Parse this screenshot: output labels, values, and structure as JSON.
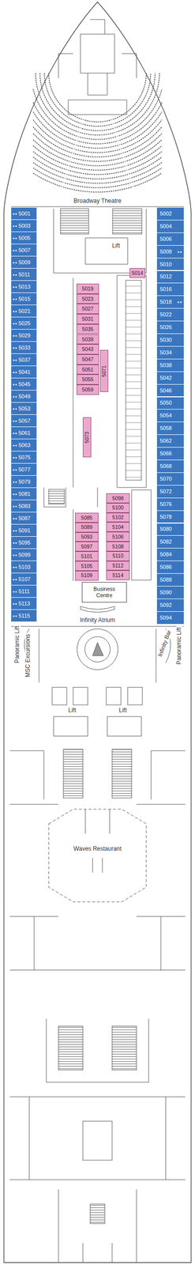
{
  "diagram": {
    "nodes": [
      {
        "text": [
          "5001"
        ]
      },
      {
        "text": [
          "5003"
        ]
      },
      {
        "text": [
          "5005"
        ]
      },
      {
        "text": [
          "5007"
        ]
      },
      {
        "text": [
          "5009"
        ]
      },
      {
        "text": [
          "5011"
        ]
      },
      {
        "text": [
          "5013"
        ]
      },
      {
        "text": [
          "5015"
        ]
      },
      {
        "text": [
          "5021"
        ]
      },
      {
        "text": [
          "5025"
        ]
      },
      {
        "text": [
          "5029"
        ]
      },
      {
        "text": [
          "5033"
        ]
      },
      {
        "text": [
          "5037"
        ]
      },
      {
        "text": [
          "5041"
        ]
      },
      {
        "text": [
          "5045"
        ]
      },
      {
        "text": [
          "5049"
        ]
      },
      {
        "text": [
          "5053"
        ]
      },
      {
        "text": [
          "5057"
        ]
      },
      {
        "text": [
          "5061"
        ]
      },
      {
        "text": [
          "5063"
        ]
      },
      {
        "text": [
          "5075"
        ]
      },
      {
        "text": [
          "5077"
        ]
      },
      {
        "text": [
          "5079"
        ]
      },
      {
        "text": [
          "5081"
        ]
      },
      {
        "text": [
          "5083"
        ]
      },
      {
        "text": [
          "5087"
        ]
      },
      {
        "text": [
          "5091"
        ]
      },
      {
        "text": [
          "5095"
        ]
      },
      {
        "text": [
          "5099"
        ]
      },
      {
        "text": [
          "5103"
        ]
      },
      {
        "text": [
          "5107"
        ]
      },
      {
        "text": [
          "5111"
        ]
      },
      {
        "text": [
          "5113"
        ]
      },
      {
        "text": [
          "5115"
        ]
      },
      {
        "text": [
          "5002"
        ]
      },
      {
        "text": [
          "5004"
        ]
      },
      {
        "text": [
          "5006"
        ]
      },
      {
        "text": [
          "5008"
        ]
      },
      {
        "text": [
          "5010"
        ]
      },
      {
        "text": [
          "5012"
        ]
      },
      {
        "text": [
          "5016"
        ]
      },
      {
        "text": [
          "5018"
        ]
      },
      {
        "text": [
          "5022"
        ]
      },
      {
        "text": [
          "5026"
        ]
      },
      {
        "text": [
          "5030"
        ]
      },
      {
        "text": [
          "5034"
        ]
      },
      {
        "text": [
          "5038"
        ]
      },
      {
        "text": [
          "5042"
        ]
      },
      {
        "text": [
          "5046"
        ]
      },
      {
        "text": [
          "5050"
        ]
      },
      {
        "text": [
          "5054"
        ]
      },
      {
        "text": [
          "5058"
        ]
      },
      {
        "text": [
          "5062"
        ]
      },
      {
        "text": [
          "5066"
        ]
      },
      {
        "text": [
          "5068"
        ]
      },
      {
        "text": [
          "5070"
        ]
      },
      {
        "text": [
          "5072"
        ]
      },
      {
        "text": [
          "5076"
        ]
      },
      {
        "text": [
          "5078"
        ]
      },
      {
        "text": [
          "5080"
        ]
      },
      {
        "text": [
          "5082"
        ]
      },
      {
        "text": [
          "5084"
        ]
      },
      {
        "text": [
          "5086"
        ]
      },
      {
        "text": [
          "5088"
        ]
      },
      {
        "text": [
          "5090"
        ]
      },
      {
        "text": [
          "5092"
        ]
      },
      {
        "text": [
          "5094"
        ]
      },
      {
        "text": [
          "5014"
        ]
      },
      {
        "text": [
          "5019"
        ]
      },
      {
        "text": [
          "5023"
        ]
      },
      {
        "text": [
          "5027"
        ]
      },
      {
        "text": [
          "5031"
        ]
      },
      {
        "text": [
          "5035"
        ]
      },
      {
        "text": [
          "5039"
        ]
      },
      {
        "text": [
          "5043"
        ]
      },
      {
        "text": [
          "5047"
        ]
      },
      {
        "text": [
          "5051"
        ]
      },
      {
        "text": [
          "5055"
        ]
      },
      {
        "text": [
          "5059"
        ]
      },
      {
        "text": [
          "5071"
        ]
      },
      {
        "text": [
          "5073"
        ]
      },
      {
        "text": [
          "5085"
        ]
      },
      {
        "text": [
          "5089"
        ]
      },
      {
        "text": [
          "5093"
        ]
      },
      {
        "text": [
          "5097"
        ]
      },
      {
        "text": [
          "5101"
        ]
      },
      {
        "text": [
          "5105"
        ]
      },
      {
        "text": [
          "5109"
        ]
      },
      {
        "text": [
          "5098"
        ]
      },
      {
        "text": [
          "5100"
        ]
      },
      {
        "text": [
          "5102"
        ]
      },
      {
        "text": [
          "5104"
        ]
      },
      {
        "text": [
          "5106"
        ]
      },
      {
        "text": [
          "5108"
        ]
      },
      {
        "text": [
          "5110"
        ]
      },
      {
        "text": [
          "5112"
        ]
      },
      {
        "text": [
          "5114"
        ]
      },
      {
        "text": [
          "Business Centre"
        ]
      }
    ],
    "labels": [
      "Broadway Theatre",
      "Lift",
      "Infinity Atrium",
      "MSC Excursions",
      "Panoramic Lift",
      "Infinity Bar",
      "Panoramic Lift",
      "Lift",
      "Lift",
      "Waves Restaurant"
    ]
  }
}
